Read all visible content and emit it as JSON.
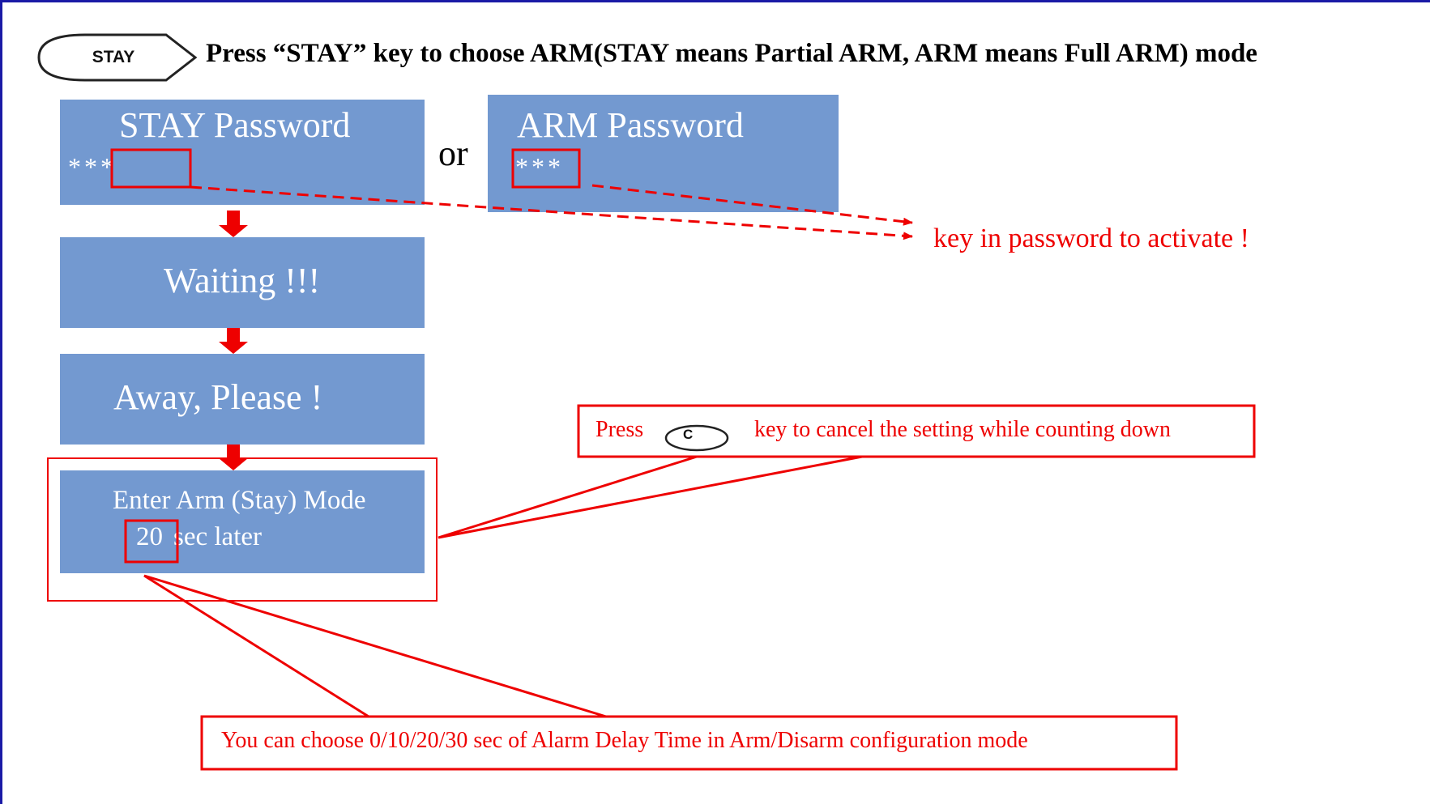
{
  "header": {
    "stay_key_label": "STAY",
    "title": "Press “STAY” key to choose ARM(STAY means Partial ARM, ARM means Full ARM) mode"
  },
  "flow": {
    "stay_box": {
      "title": "STAY Password",
      "mask": "***"
    },
    "or_label": "or",
    "arm_box": {
      "title": "ARM Password",
      "mask": "***"
    },
    "waiting_box": {
      "label": "Waiting !!!"
    },
    "away_box": {
      "label": "Away, Please !"
    },
    "enter_box": {
      "line1": "Enter Arm (Stay) Mode",
      "countdown": "20",
      "line2_rest": "sec later"
    }
  },
  "annotations": {
    "password_hint": "key in password to activate !",
    "cancel_callout": {
      "prefix": "Press",
      "key_label": "C",
      "suffix": "key to cancel the setting while counting down"
    },
    "delay_callout": "You can choose 0/10/20/30 sec of Alarm Delay Time in Arm/Disarm configuration mode"
  },
  "colors": {
    "box_fill": "#7399d0",
    "annotation_red": "#ee0000",
    "frame_blue": "#1a1aa6"
  }
}
